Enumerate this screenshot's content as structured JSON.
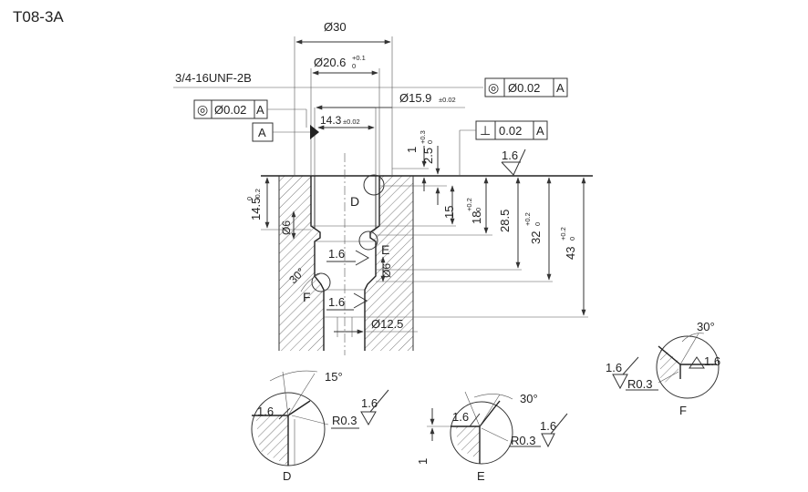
{
  "title": "T08-3A",
  "dims": {
    "d30": "Ø30",
    "d206": "Ø20.6",
    "d206_up": "+0.1",
    "d206_lo": "0",
    "thread": "3/4-16UNF-2B",
    "d159": "Ø15.9",
    "d159_tol": "±0.02",
    "w143": "14.3",
    "w143_tol": "±0.02",
    "h1": "1",
    "h25": "2.5",
    "h25_up": "+0.3",
    "h25_lo": "0",
    "h145": "14.5",
    "h145_up": "0",
    "h145_lo": "-0.2",
    "h15": "15",
    "h18": "18",
    "h18_up": "+0.2",
    "h18_lo": "0",
    "h285": "28.5",
    "h32": "32",
    "h32_up": "+0.2",
    "h32_lo": "0",
    "h43": "43",
    "h43_up": "+0.2",
    "h43_lo": "0",
    "d6a": "Ø6",
    "d6b": "Ø6",
    "d125": "Ø12.5",
    "ang30": "30°",
    "ang15": "15°",
    "angE": "30°",
    "angF": "30°"
  },
  "fcf": {
    "conc_sym": "◎",
    "perp_sym": "⊥",
    "left_tol": "Ø0.02",
    "left_datum": "A",
    "right_tol": "Ø0.02",
    "right_datum": "A",
    "perp_tol": "0.02",
    "perp_datum": "A",
    "datum_label": "A"
  },
  "roughness": {
    "top": "1.6",
    "e_main": "1.6",
    "f_main": "1.6",
    "d_in": "1.6",
    "d_out": "1.6",
    "e_in": "1.6",
    "e_out": "1.6",
    "f_in": "1.6",
    "f_out": "1.6"
  },
  "radius": {
    "d": "R0.3",
    "e": "R0.3",
    "f": "R0.3"
  },
  "labels": {
    "D_main": "D",
    "E_main": "E",
    "F_main": "F",
    "D_detail": "D",
    "E_detail": "E",
    "F_detail": "F"
  }
}
